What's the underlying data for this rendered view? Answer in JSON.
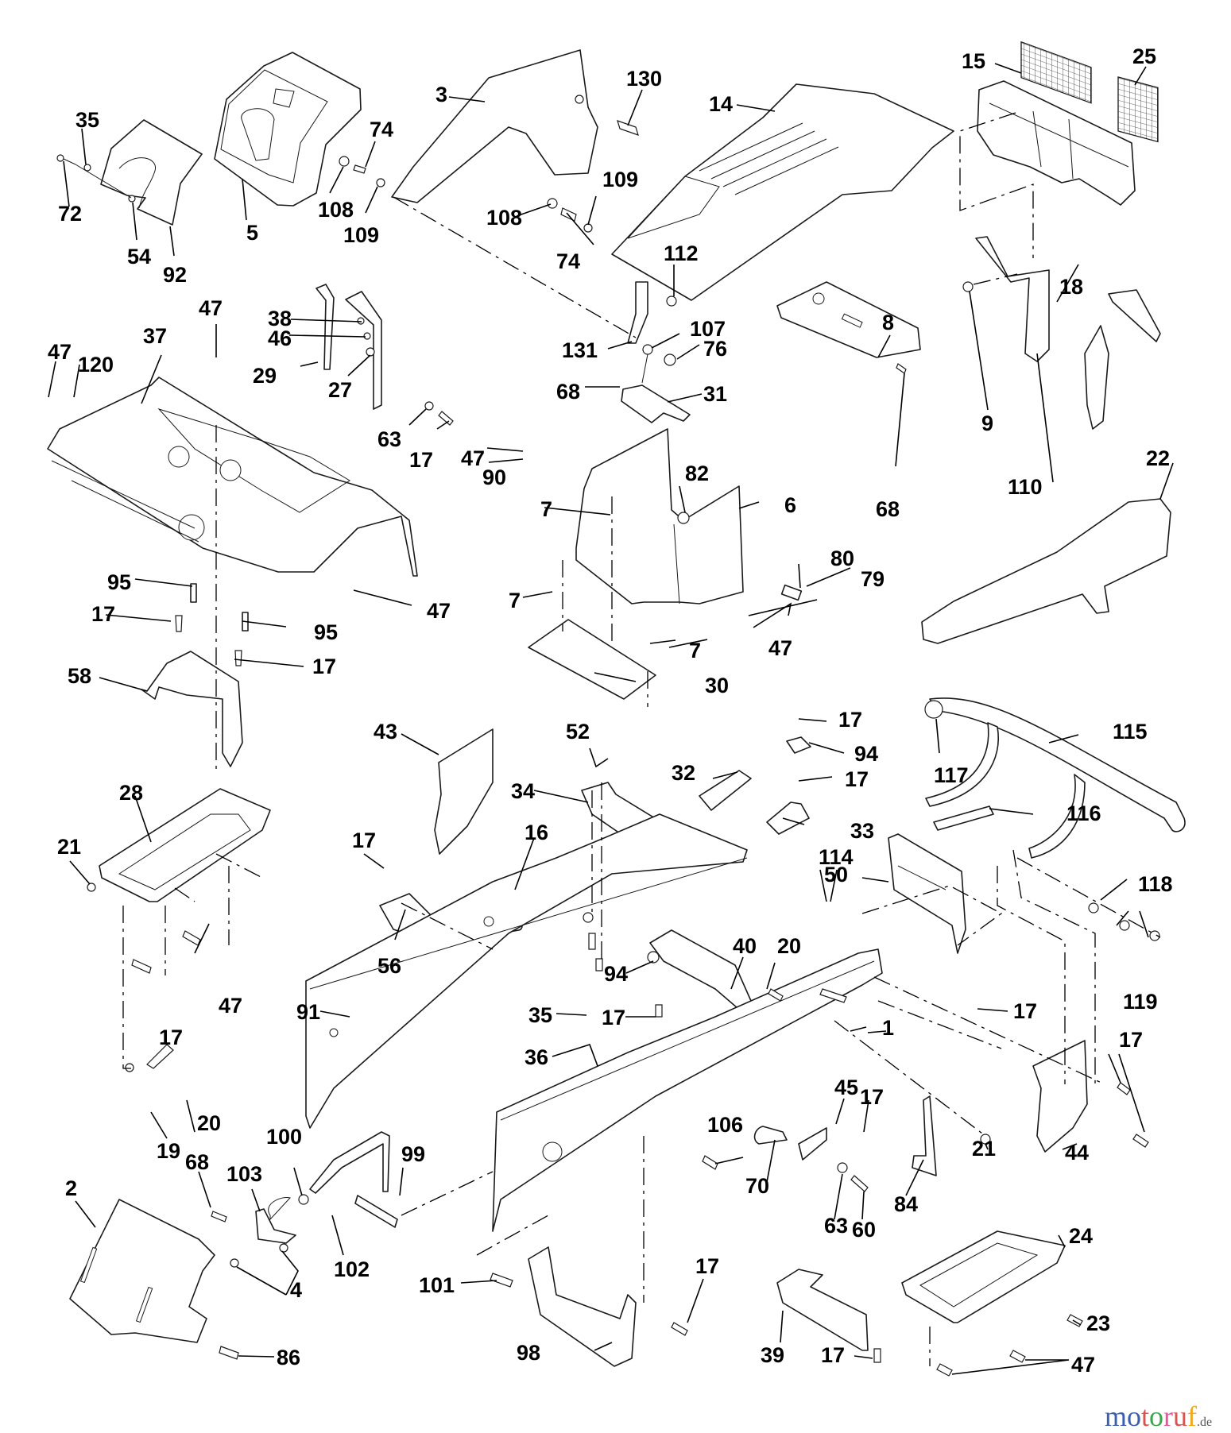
{
  "diagram": {
    "type": "exploded-parts-view",
    "subject": "Riding mower hood, dash, frame and bumper assembly",
    "callouts": [
      {
        "id": "c15",
        "label": "15"
      },
      {
        "id": "c25",
        "label": "25"
      },
      {
        "id": "c130",
        "label": "130"
      },
      {
        "id": "c14",
        "label": "14"
      },
      {
        "id": "c3",
        "label": "3"
      },
      {
        "id": "c35a",
        "label": "35"
      },
      {
        "id": "c74a",
        "label": "74"
      },
      {
        "id": "c72",
        "label": "72"
      },
      {
        "id": "c108a",
        "label": "108"
      },
      {
        "id": "c109a",
        "label": "109"
      },
      {
        "id": "c5",
        "label": "5"
      },
      {
        "id": "c54",
        "label": "54"
      },
      {
        "id": "c92",
        "label": "92"
      },
      {
        "id": "c109b",
        "label": "109"
      },
      {
        "id": "c108b",
        "label": "108"
      },
      {
        "id": "c74b",
        "label": "74"
      },
      {
        "id": "c112",
        "label": "112"
      },
      {
        "id": "c18",
        "label": "18"
      },
      {
        "id": "c47a",
        "label": "47"
      },
      {
        "id": "c38",
        "label": "38"
      },
      {
        "id": "c46",
        "label": "46"
      },
      {
        "id": "c37",
        "label": "37"
      },
      {
        "id": "c107",
        "label": "107"
      },
      {
        "id": "c131",
        "label": "131"
      },
      {
        "id": "c76",
        "label": "76"
      },
      {
        "id": "c8",
        "label": "8"
      },
      {
        "id": "c47b",
        "label": "47"
      },
      {
        "id": "c120",
        "label": "120"
      },
      {
        "id": "c29",
        "label": "29"
      },
      {
        "id": "c27",
        "label": "27"
      },
      {
        "id": "c68a",
        "label": "68"
      },
      {
        "id": "c31",
        "label": "31"
      },
      {
        "id": "c9",
        "label": "9"
      },
      {
        "id": "c63a",
        "label": "63"
      },
      {
        "id": "c17a",
        "label": "17"
      },
      {
        "id": "c47c",
        "label": "47"
      },
      {
        "id": "c90",
        "label": "90"
      },
      {
        "id": "c82",
        "label": "82"
      },
      {
        "id": "c110",
        "label": "110"
      },
      {
        "id": "c22",
        "label": "22"
      },
      {
        "id": "c68b",
        "label": "68"
      },
      {
        "id": "c7a",
        "label": "7"
      },
      {
        "id": "c6",
        "label": "6"
      },
      {
        "id": "c80",
        "label": "80"
      },
      {
        "id": "c79",
        "label": "79"
      },
      {
        "id": "c95a",
        "label": "95"
      },
      {
        "id": "c7b",
        "label": "7"
      },
      {
        "id": "c17b",
        "label": "17"
      },
      {
        "id": "c47d",
        "label": "47"
      },
      {
        "id": "c95b",
        "label": "95"
      },
      {
        "id": "c7c",
        "label": "7"
      },
      {
        "id": "c47e",
        "label": "47"
      },
      {
        "id": "c17c",
        "label": "17"
      },
      {
        "id": "c58",
        "label": "58"
      },
      {
        "id": "c30",
        "label": "30"
      },
      {
        "id": "c17d",
        "label": "17"
      },
      {
        "id": "c43",
        "label": "43"
      },
      {
        "id": "c52",
        "label": "52"
      },
      {
        "id": "c94a",
        "label": "94"
      },
      {
        "id": "c115",
        "label": "115"
      },
      {
        "id": "c32",
        "label": "32"
      },
      {
        "id": "c17e",
        "label": "17"
      },
      {
        "id": "c117",
        "label": "117"
      },
      {
        "id": "c34",
        "label": "34"
      },
      {
        "id": "c33",
        "label": "33"
      },
      {
        "id": "c28",
        "label": "28"
      },
      {
        "id": "c116",
        "label": "116"
      },
      {
        "id": "c16",
        "label": "16"
      },
      {
        "id": "c21a",
        "label": "21"
      },
      {
        "id": "c17f",
        "label": "17"
      },
      {
        "id": "c50",
        "label": "50"
      },
      {
        "id": "c118",
        "label": "118"
      },
      {
        "id": "c114",
        "label": "114"
      },
      {
        "id": "c56",
        "label": "56"
      },
      {
        "id": "c40",
        "label": "40"
      },
      {
        "id": "c20a",
        "label": "20"
      },
      {
        "id": "c47f",
        "label": "47"
      },
      {
        "id": "c94b",
        "label": "94"
      },
      {
        "id": "c17g",
        "label": "17"
      },
      {
        "id": "c119",
        "label": "119"
      },
      {
        "id": "c91",
        "label": "91"
      },
      {
        "id": "c35b",
        "label": "35"
      },
      {
        "id": "c17h",
        "label": "17"
      },
      {
        "id": "c17i",
        "label": "17"
      },
      {
        "id": "c1",
        "label": "1"
      },
      {
        "id": "c17j",
        "label": "17"
      },
      {
        "id": "c36",
        "label": "36"
      },
      {
        "id": "c45",
        "label": "45"
      },
      {
        "id": "c17k",
        "label": "17"
      },
      {
        "id": "c20b",
        "label": "20"
      },
      {
        "id": "c19",
        "label": "19"
      },
      {
        "id": "c106",
        "label": "106"
      },
      {
        "id": "c21b",
        "label": "21"
      },
      {
        "id": "c44",
        "label": "44"
      },
      {
        "id": "c100",
        "label": "100"
      },
      {
        "id": "c99",
        "label": "99"
      },
      {
        "id": "c68c",
        "label": "68"
      },
      {
        "id": "c103",
        "label": "103"
      },
      {
        "id": "c70",
        "label": "70"
      },
      {
        "id": "c63b",
        "label": "63"
      },
      {
        "id": "c60",
        "label": "60"
      },
      {
        "id": "c84",
        "label": "84"
      },
      {
        "id": "c2",
        "label": "2"
      },
      {
        "id": "c24",
        "label": "24"
      },
      {
        "id": "c102",
        "label": "102"
      },
      {
        "id": "c4",
        "label": "4"
      },
      {
        "id": "c101",
        "label": "101"
      },
      {
        "id": "c17l",
        "label": "17"
      },
      {
        "id": "c39",
        "label": "39"
      },
      {
        "id": "c23",
        "label": "23"
      },
      {
        "id": "c98",
        "label": "98"
      },
      {
        "id": "c86",
        "label": "86"
      },
      {
        "id": "c17m",
        "label": "17"
      },
      {
        "id": "c47g",
        "label": "47"
      }
    ]
  },
  "watermark": {
    "letters": [
      {
        "ch": "m",
        "color": "#3b5fae"
      },
      {
        "ch": "o",
        "color": "#3b5fae"
      },
      {
        "ch": "t",
        "color": "#d9534f"
      },
      {
        "ch": "o",
        "color": "#3aa64a"
      },
      {
        "ch": "r",
        "color": "#e7589a"
      },
      {
        "ch": "u",
        "color": "#d9534f"
      },
      {
        "ch": "f",
        "color": "#f0a81c"
      }
    ],
    "suffix": ".de"
  }
}
